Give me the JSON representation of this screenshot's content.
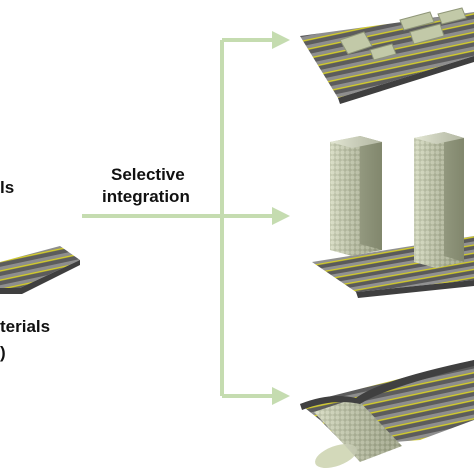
{
  "left_labels": {
    "top_fragment": "ls",
    "bottom_fragment_1": "terials",
    "bottom_fragment_2": ")"
  },
  "arrow_label": {
    "line1": "Selective",
    "line2": "integration"
  },
  "colors": {
    "arrow": "#c5dcb0",
    "rod_gray": "#6f6f6f",
    "rod_gold": "#d6cf2a",
    "block_green": "#c2c9a8",
    "pillar_green": "#bcc3a4"
  },
  "branches": [
    "top-block-array",
    "middle-vertical-pillars",
    "bottom-wrapped-rod"
  ]
}
